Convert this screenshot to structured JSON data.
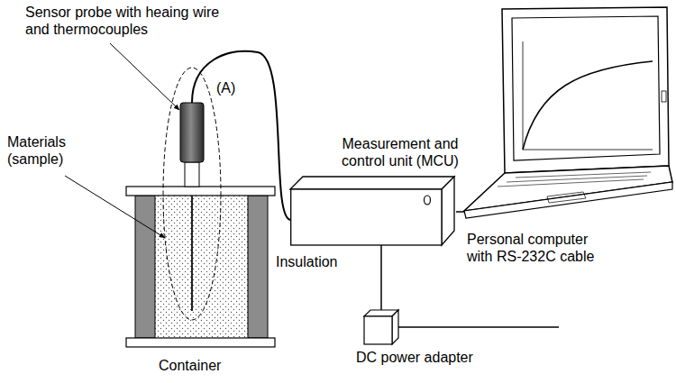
{
  "diagram": {
    "nodes": [
      {
        "text": [
          "Measurement and control unit (MCU)"
        ]
      },
      {
        "text": [
          "Personal computer with RS-232C cable"
        ]
      },
      {
        "text": [
          "DC power adapter"
        ]
      }
    ],
    "edges": [
      {
        "from": 0,
        "to": 1,
        "arrow": "none"
      },
      {
        "from": 0,
        "to": 2,
        "arrow": "none"
      }
    ],
    "labels": [
      "Sensor probe with heaing wire and thermocouples",
      "(A)",
      "Materials (sample)",
      "Insulation",
      "Container"
    ]
  }
}
